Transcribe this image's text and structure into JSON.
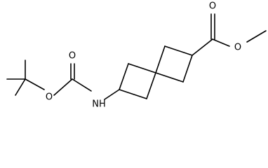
{
  "molecule": {
    "atoms": {
      "ester_carbonyl_o": "O",
      "ester_o": "O",
      "carbamate_carbonyl_o": "O",
      "carbamate_o": "O",
      "nh": "NH"
    }
  }
}
